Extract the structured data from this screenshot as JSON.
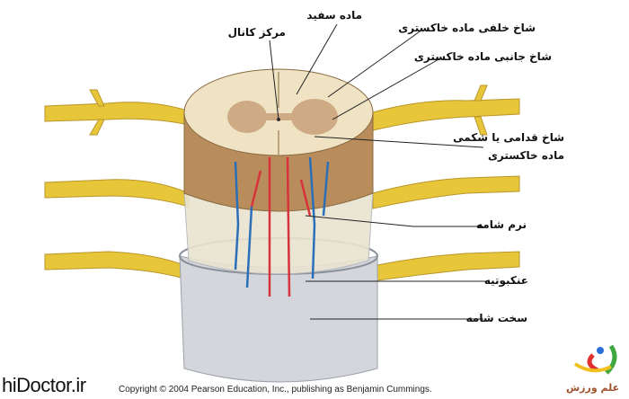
{
  "labels": {
    "central_canal": "مرکز کانال",
    "white_matter": "ماده سفید",
    "posterior_horn": "شاخ خلفی ماده خاکستری",
    "lateral_horn": "شاخ جانبی ماده خاکستری",
    "anterior_horn_line1": "شاخ قدامی یا شکمی",
    "anterior_horn_line2": "ماده خاکستری",
    "pia_mater": "نرم شامه",
    "arachnoid": "عنکبوتیه",
    "dura_mater": "سخت شامه"
  },
  "copyright": "Copyright © 2004 Pearson Education, Inc., publishing as Benjamin Cummings.",
  "watermark": "hiDoctor.ir",
  "logo_text": "علم ورزش",
  "colors": {
    "nerve": "#e8c63a",
    "cord": "#e9dcbc",
    "gray_matter": "#c9a27a",
    "dura": "#d4d6dc",
    "artery": "#d8323c",
    "vein": "#2a6fb8"
  }
}
